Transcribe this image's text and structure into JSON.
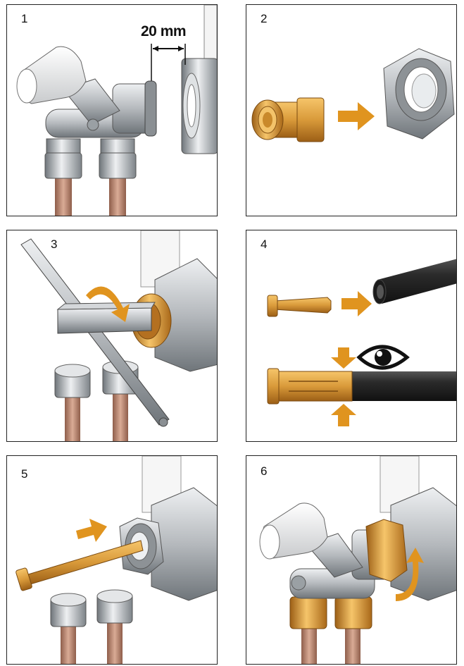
{
  "steps": [
    {
      "number": "1",
      "dimension_label": "20 mm"
    },
    {
      "number": "2"
    },
    {
      "number": "3"
    },
    {
      "number": "4"
    },
    {
      "number": "5"
    },
    {
      "number": "6"
    }
  ],
  "colors": {
    "copper": "#d99a3a",
    "copper_dark": "#b0711c",
    "steel": "#b5b9bd",
    "steel_dark": "#7d8388",
    "pipe": "#b88571",
    "black_pipe": "#2b2b2b",
    "arrow": "#e0941f"
  },
  "icons": [
    "eye-icon",
    "arrow-icon",
    "rotate-arrow-icon"
  ]
}
